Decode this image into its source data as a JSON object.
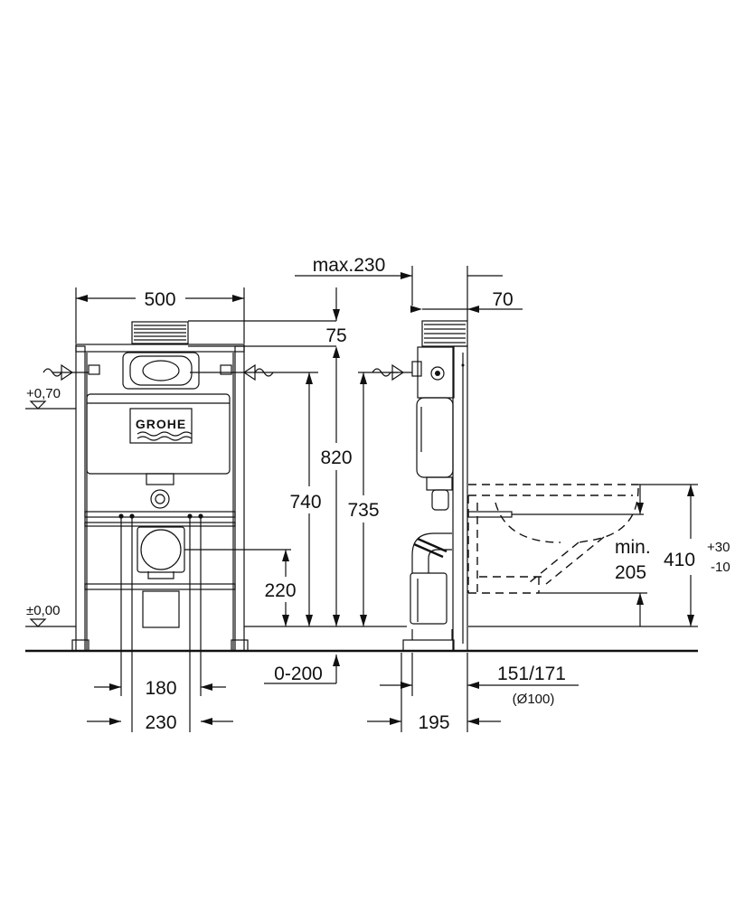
{
  "brand": {
    "logo_text": "GROHE"
  },
  "dimensions": {
    "width": "500",
    "max_depth": "max.230",
    "frame_depth": "70",
    "top_offset": "75",
    "height_820": "820",
    "height_740": "740",
    "height_735": "735",
    "height_220": "220",
    "adjust_range": "0-200",
    "spacing_180": "180",
    "spacing_230": "230",
    "depth_195": "195",
    "outlet_range": "151/171",
    "outlet_diameter": "(Ø100)",
    "min_label": "min.",
    "min_value": "205",
    "seat_height": "410",
    "seat_tol_plus": "+30",
    "seat_tol_minus": "-10"
  },
  "levels": {
    "level_upper": "+0,70",
    "level_floor": "±0,00"
  },
  "icons": [
    "water-supply-icon",
    "level-marker-icon",
    "dimension-arrow-icon"
  ]
}
